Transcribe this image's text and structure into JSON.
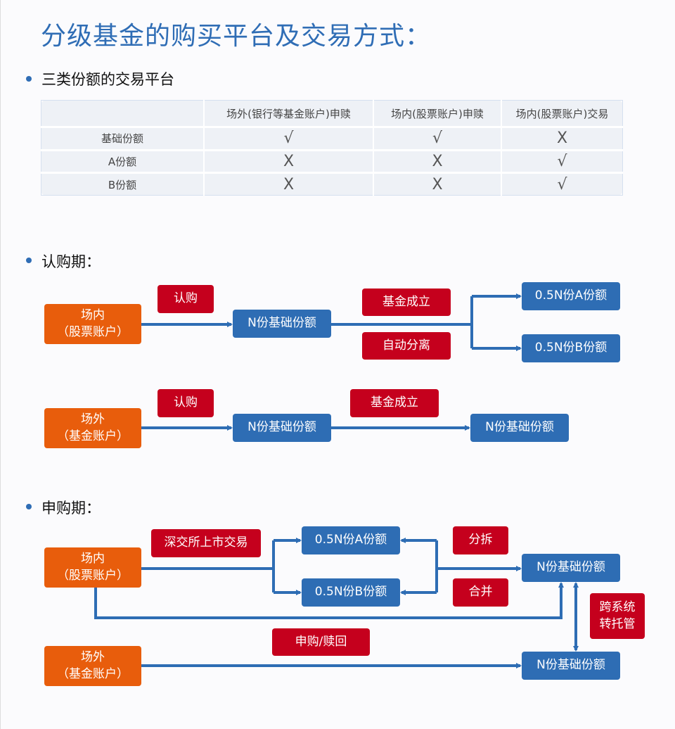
{
  "title": "分级基金的购买平台及交易方式：",
  "section1": {
    "heading": "三类份额的交易平台",
    "headers": [
      "",
      "场外(银行等基金账户)申赎",
      "场内(股票账户)申赎",
      "场内(股票账户)交易"
    ],
    "rows": [
      [
        "基础份额",
        "√",
        "√",
        "X"
      ],
      [
        "A份额",
        "X",
        "X",
        "√"
      ],
      [
        "B份额",
        "X",
        "X",
        "√"
      ]
    ]
  },
  "section2": {
    "heading": "认购期：",
    "flow1": {
      "source": "场内\n（股票账户）",
      "action": "认购",
      "base": "N份基础份额",
      "step1": "基金成立",
      "step2": "自动分离",
      "a": "0.5N份A份额",
      "b": "0.5N份B份额"
    },
    "flow2": {
      "source": "场外\n（基金账户）",
      "action": "认购",
      "base": "N份基础份额",
      "step1": "基金成立",
      "result": "N份基础份额"
    }
  },
  "section3": {
    "heading": "申购期：",
    "inside": "场内\n（股票账户）",
    "listing": "深交所上市交易",
    "a": "0.5N份A份额",
    "b": "0.5N份B份额",
    "split": "分拆",
    "merge": "合并",
    "base_in": "N份基础份额",
    "transfer": "跨系统\n转托管",
    "outside": "场外\n（基金账户）",
    "subscribe": "申购/赎回",
    "base_out": "N份基础份额"
  },
  "colors": {
    "orange": "#e85d0c",
    "blue": "#2e6db4",
    "red": "#c5001d",
    "line": "#2e6db4"
  }
}
